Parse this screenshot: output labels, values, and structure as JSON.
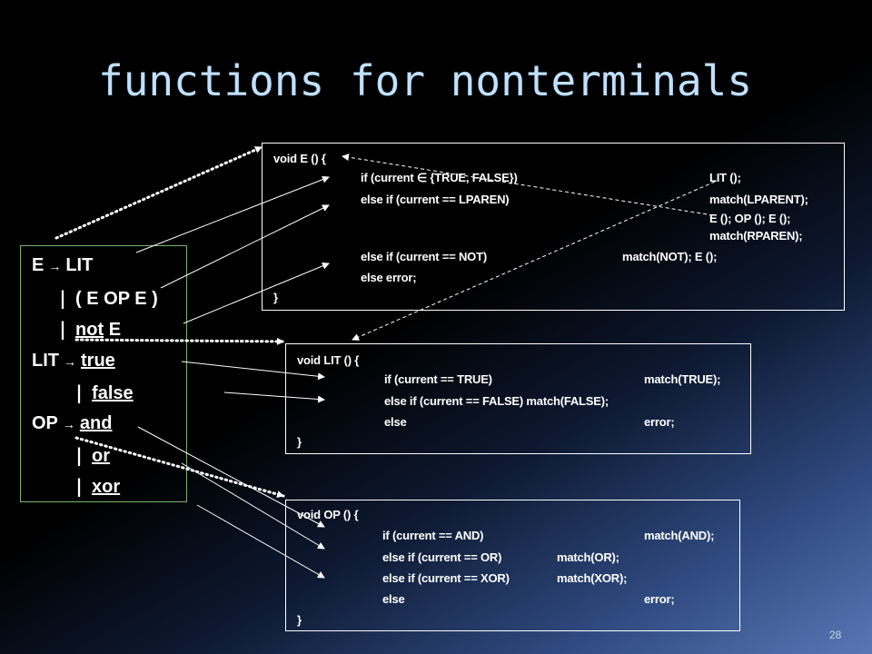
{
  "slide": {
    "title": "functions for nonterminals",
    "page_number": "28"
  },
  "grammar": {
    "line1": {
      "lhs": "E",
      "rhs": "LIT"
    },
    "line2": {
      "bar": "|",
      "text": "( E OP E )"
    },
    "line3": {
      "bar": "|",
      "kw": "not",
      "rest": " E"
    },
    "line4": {
      "lhs": "LIT",
      "kw": "true"
    },
    "line5": {
      "bar": "|",
      "kw": "false"
    },
    "line6": {
      "lhs": "OP",
      "kw": "and"
    },
    "line7": {
      "bar": "|",
      "kw": "or"
    },
    "line8": {
      "bar": "|",
      "kw": "xor"
    }
  },
  "code_e": {
    "header": "void E () {",
    "c1": "if (current ∈ {TRUE, FALSE})",
    "a1": "LIT ();",
    "c2": "else if (current == LPAREN)",
    "a2": "match(LPARENT);",
    "a2b": "E (); OP (); E ();",
    "a2c": "match(RPAREN);",
    "c3": "else if (current == NOT)",
    "a3": "match(NOT); E ();",
    "c4": "else error;",
    "close": "}"
  },
  "code_lit": {
    "header": "void LIT () {",
    "c1": "if (current == TRUE)",
    "a1": "match(TRUE);",
    "c2": "else if (current == FALSE) match(FALSE);",
    "c3": "else",
    "a3": "error;",
    "close": "}"
  },
  "code_op": {
    "header": "void OP () {",
    "c1": "if (current == AND)",
    "a1": "match(AND);",
    "c2": "else if (current == OR)",
    "a2": "match(OR);",
    "c3": "else if (current == XOR)",
    "a3": "match(XOR);",
    "c4": "else",
    "a4": "error;",
    "close": "}"
  }
}
